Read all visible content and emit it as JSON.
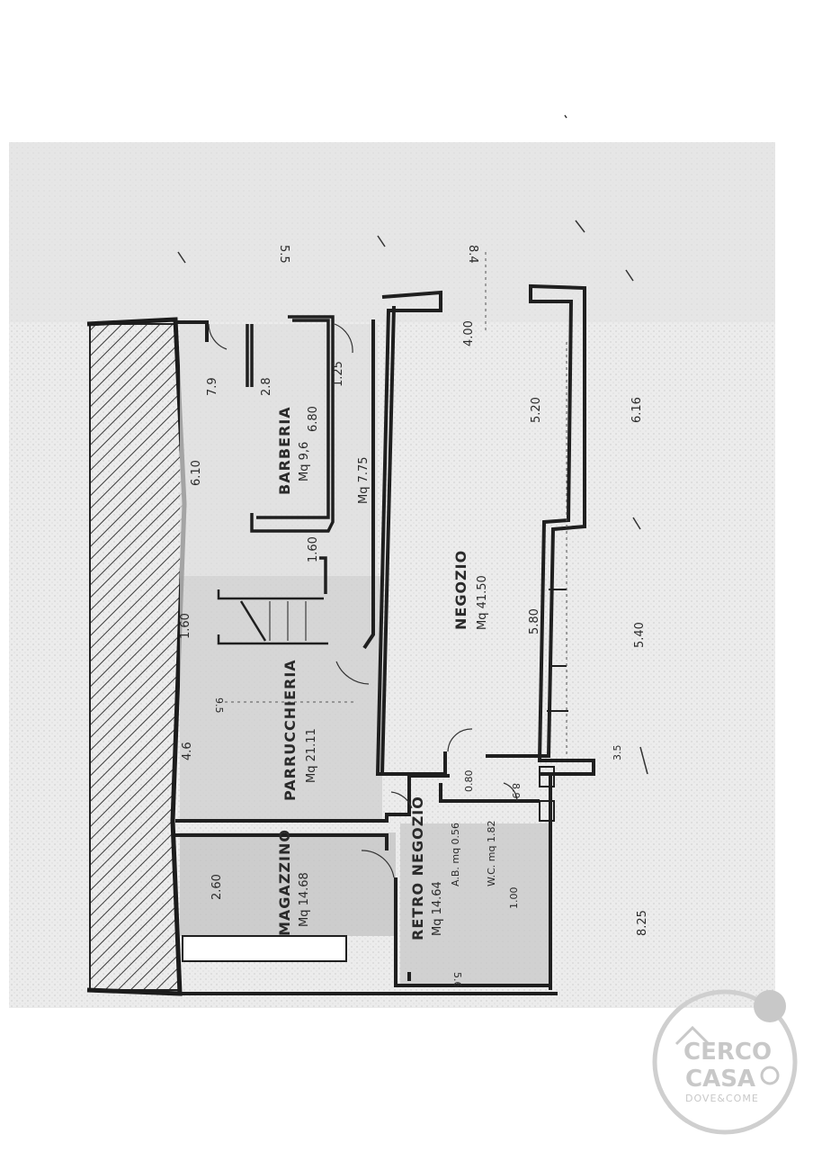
{
  "rooms": {
    "barberia": {
      "name": "BARBERIA",
      "area": "Mq 9,6",
      "dim": "6.80"
    },
    "corridoio": {
      "area": "Mq 7.75"
    },
    "negozio": {
      "name": "NEGOZIO",
      "area": "Mq 41.50"
    },
    "parrucchieria": {
      "name": "PARRUCCHIERIA",
      "area": "Mq 21.11"
    },
    "magazzino": {
      "name": "MAGAZZINO",
      "area": "Mq 14.68"
    },
    "retro_negozio": {
      "name": "RETRO NEGOZIO",
      "area": "Mq 14.64"
    },
    "antibagno": {
      "label": "A.B. mq 0.56"
    },
    "wc": {
      "label": "W.C. mq 1.82"
    }
  },
  "dimensions": {
    "d_610": "6.10",
    "d_160_a": "1.60",
    "d_160_b": "1.60",
    "d_46": "4.6",
    "d_260": "2.60",
    "d_79": "7.9",
    "d_28": "2.8",
    "d_125": "1.25",
    "d_400": "4.00",
    "d_520": "5.20",
    "d_580": "5.80",
    "d_540": "5.40",
    "d_616": "6.16",
    "d_825": "8.25",
    "d_84": "8.4",
    "d_55": "5.5",
    "d_95": "9.5",
    "d_35": "3.5",
    "d_80": "0.80",
    "d_100": "1.00",
    "d_56": "5.6",
    "d_89": "8.9"
  },
  "watermark": {
    "line1": "CERCO",
    "line2": "CASA",
    "line3": "DOVE&COME",
    "color": "#c8c8c8"
  }
}
